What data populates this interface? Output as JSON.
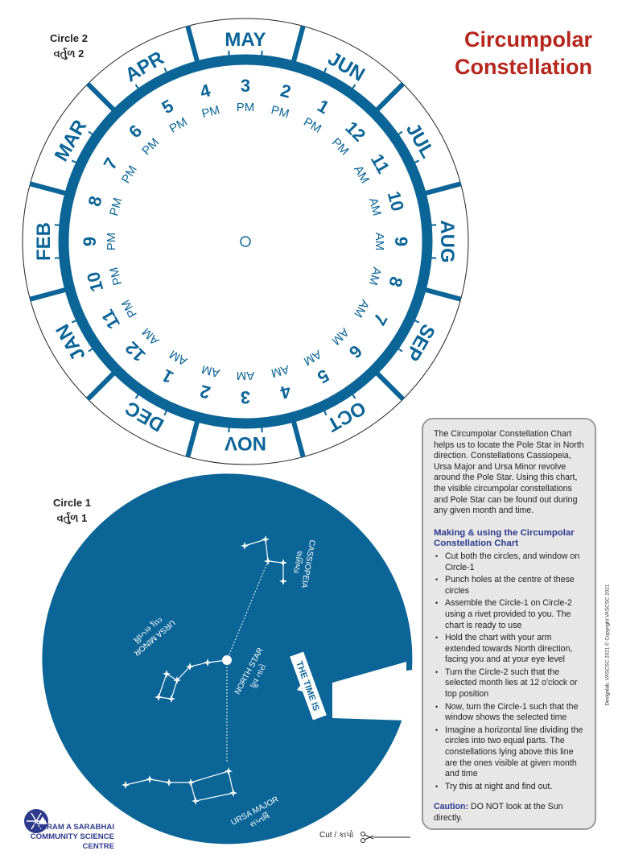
{
  "title": {
    "line1": "Circumpolar",
    "line2": "Constellation"
  },
  "circle2": {
    "label": "Circle 2",
    "label_gu": "વર્તુળ 2",
    "months": [
      "MAY",
      "JUN",
      "JUL",
      "AUG",
      "SEP",
      "OCT",
      "NOV",
      "DEC",
      "JAN",
      "FEB",
      "MAR",
      "APR"
    ],
    "hours": [
      {
        "n": "3",
        "p": "PM"
      },
      {
        "n": "2",
        "p": "PM"
      },
      {
        "n": "1",
        "p": "PM"
      },
      {
        "n": "12",
        "p": "PM"
      },
      {
        "n": "11",
        "p": "AM"
      },
      {
        "n": "10",
        "p": "AM"
      },
      {
        "n": "9",
        "p": "AM"
      },
      {
        "n": "8",
        "p": "AM"
      },
      {
        "n": "7",
        "p": "AM"
      },
      {
        "n": "6",
        "p": "AM"
      },
      {
        "n": "5",
        "p": "AM"
      },
      {
        "n": "4",
        "p": "AM"
      },
      {
        "n": "3",
        "p": "AM"
      },
      {
        "n": "2",
        "p": "AM"
      },
      {
        "n": "1",
        "p": "AM"
      },
      {
        "n": "12",
        "p": "AM"
      },
      {
        "n": "11",
        "p": "PM"
      },
      {
        "n": "10",
        "p": "PM"
      },
      {
        "n": "9",
        "p": "PM"
      },
      {
        "n": "8",
        "p": "PM"
      },
      {
        "n": "7",
        "p": "PM"
      },
      {
        "n": "6",
        "p": "PM"
      },
      {
        "n": "5",
        "p": "PM"
      },
      {
        "n": "4",
        "p": "PM"
      }
    ]
  },
  "circle1": {
    "label": "Circle 1",
    "label_gu": "વર્તુળ 1",
    "cassiopeia": "CASSIOPEIA",
    "cassiopeia_gu": "શર્મિષ્ઠા",
    "ursa_minor": "URSA MINOR",
    "ursa_minor_gu": "લઘુ સપ્તર્ષિ",
    "north_star": "NORTH STAR",
    "north_star_gu": "ધ્રુવ તારો",
    "ursa_major": "URSA MAJOR",
    "ursa_major_gu": "સપ્તર્ષિ",
    "window_label": "THE TIME IS"
  },
  "info": {
    "intro": "The Circumpolar Constellation Chart helps us to locate the Pole Star in North direction. Constellations Cassiopeia, Ursa Major and Ursa Minor revolve around the Pole Star. Using this chart, the visible circumpolar constellations and Pole Star can be found out during any given month and time.",
    "heading": "Making & using the Circumpolar Constellation Chart",
    "steps": [
      "Cut both the circles, and window on Circle-1",
      "Punch holes at the centre of these circles",
      "Assemble the Circle-1 on Circle-2 using a rivet provided to you. The chart is ready to use",
      "Hold the chart with your arm extended towards North direction, facing you and at your eye level",
      "Turn the Circle-2 such that the selected month lies at 12 o'clock or top position",
      "Now, turn the Circle-1 such that the window shows the selected time",
      "Imagine a horizontal line dividing the circles into two equal parts. The constellations lying above this line are the ones visible at given month and time",
      "Try this at night and find out."
    ],
    "caution_label": "Caution:",
    "caution_text": " DO NOT look at the Sun directly."
  },
  "credit": "Designlab, VASCSC 2021   © Copyright VASCSC 2021",
  "logo": {
    "line1": "VIKRAM A SARABHAI",
    "line2": "COMMUNITY SCIENCE CENTRE"
  },
  "cut": {
    "label": "Cut / કાપો"
  },
  "colors": {
    "blue": "#0b6597",
    "title": "#b5261c",
    "navy": "#2e3a8c"
  }
}
